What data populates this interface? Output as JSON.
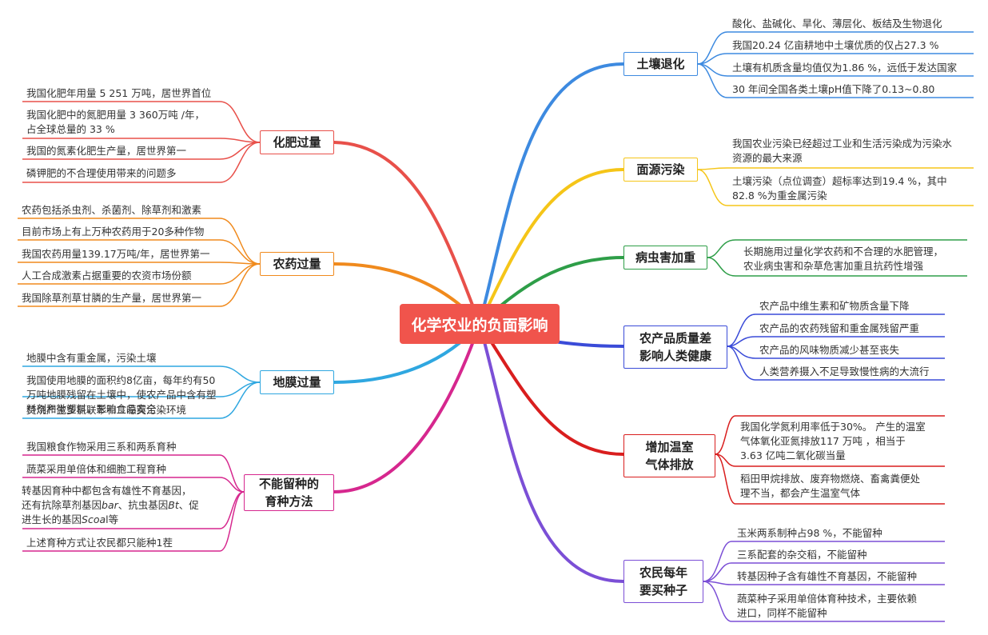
{
  "center": {
    "label": "化学农业的负面影响",
    "color": "#f0544c"
  },
  "branches": {
    "fertilizer": {
      "label": "化肥过量",
      "color": "#e8504a",
      "items": [
        "我国化肥年用量 5 251 万吨，居世界首位",
        "我国化肥中的氮肥用量 3 360万吨 /年，",
        "占全球总量的 33 %",
        "我国的氮素化肥生产量，居世界第一",
        "磷钾肥的不合理使用带来的问题多"
      ]
    },
    "pesticide": {
      "label": "农药过量",
      "color": "#f08a1d",
      "items": [
        "农药包括杀虫剂、杀菌剂、除草剂和激素",
        "目前市场上有上万种农药用于20多种作物",
        "我国农药用量139.17万吨/年，居世界第一",
        "人工合成激素占据重要的农资市场份额",
        "我国除草剂草甘膦的生产量，居世界第一"
      ]
    },
    "film": {
      "label": "地膜过量",
      "color": "#2fa7e0",
      "items": [
        "地膜中含有重金属，污染土壤",
        "我国使用地膜的面积约8亿亩，每年约有50",
        "万吨地膜残留在土壤中，使农产品中含有塑",
        "料剂和微塑料，影响食品安全",
        "焚烧产生多氯联苯和二噁英污染环境"
      ]
    },
    "breeding": {
      "label_line1": "不能留种的",
      "label_line2": "育种方法",
      "color": "#d6278e",
      "items": [
        "我国粮食作物采用三系和两系育种",
        "蔬菜采用单倍体和细胞工程育种",
        "转基因育种中都包含有雄性不育基因，",
        "还有抗除草剂基因",
        "bar",
        "、抗虫基因",
        "Bt",
        "、促",
        "进生长的基因",
        "Scoa",
        "l等",
        "上述育种方式让农民都只能种1茬"
      ]
    },
    "soil": {
      "label": "土壤退化",
      "color": "#3d8ae0",
      "items": [
        "酸化、盐碱化、旱化、薄层化、板结及生物退化",
        "我国20.24 亿亩耕地中土壤优质的仅占27.3 %",
        "土壤有机质含量均值仅为1.86 %，远低于发达国家",
        "30 年间全国各类土壤pH值下降了0.13~0.80"
      ]
    },
    "pollution": {
      "label": "面源污染",
      "color": "#f5c518",
      "items": [
        "我国农业污染已经超过工业和生活污染成为污染水",
        "资源的最大来源",
        "土壤污染（点位调查）超标率达到19.4 %，其中",
        "82.8 %为重金属污染"
      ]
    },
    "pests": {
      "label": "病虫害加重",
      "color": "#2e9e48",
      "items": [
        "长期施用过量化学农药和不合理的水肥管理，",
        "农业病虫害和杂草危害加重且抗药性增强"
      ]
    },
    "quality": {
      "label_line1": "农产品质量差",
      "label_line2": "影响人类健康",
      "color": "#3a4bd8",
      "items": [
        "农产品中维生素和矿物质含量下降",
        "农产品的农药残留和重金属残留严重",
        "农产品的风味物质减少甚至丧失",
        "人类营养摄入不足导致慢性病的大流行"
      ]
    },
    "greenhouse": {
      "label_line1": "增加温室",
      "label_line2": "气体排放",
      "color": "#d91e1e",
      "items": [
        "我国化学氮利用率低于30%。 产生的温室",
        "气体氧化亚氮排放117 万吨 ，相当于",
        "3.63 亿吨二氧化碳当量",
        "稻田甲烷排放、废弃物燃烧、畜禽粪便处",
        "理不当，都会产生温室气体"
      ]
    },
    "seeds": {
      "label_line1": "农民每年",
      "label_line2": "要买种子",
      "color": "#7b4fd6",
      "items": [
        "玉米两系制种占98 %，不能留种",
        "三系配套的杂交稻，不能留种",
        "转基因种子含有雄性不育基因，不能留种",
        "蔬菜种子采用单倍体育种技术，主要依赖",
        "进口，同样不能留种"
      ]
    }
  }
}
